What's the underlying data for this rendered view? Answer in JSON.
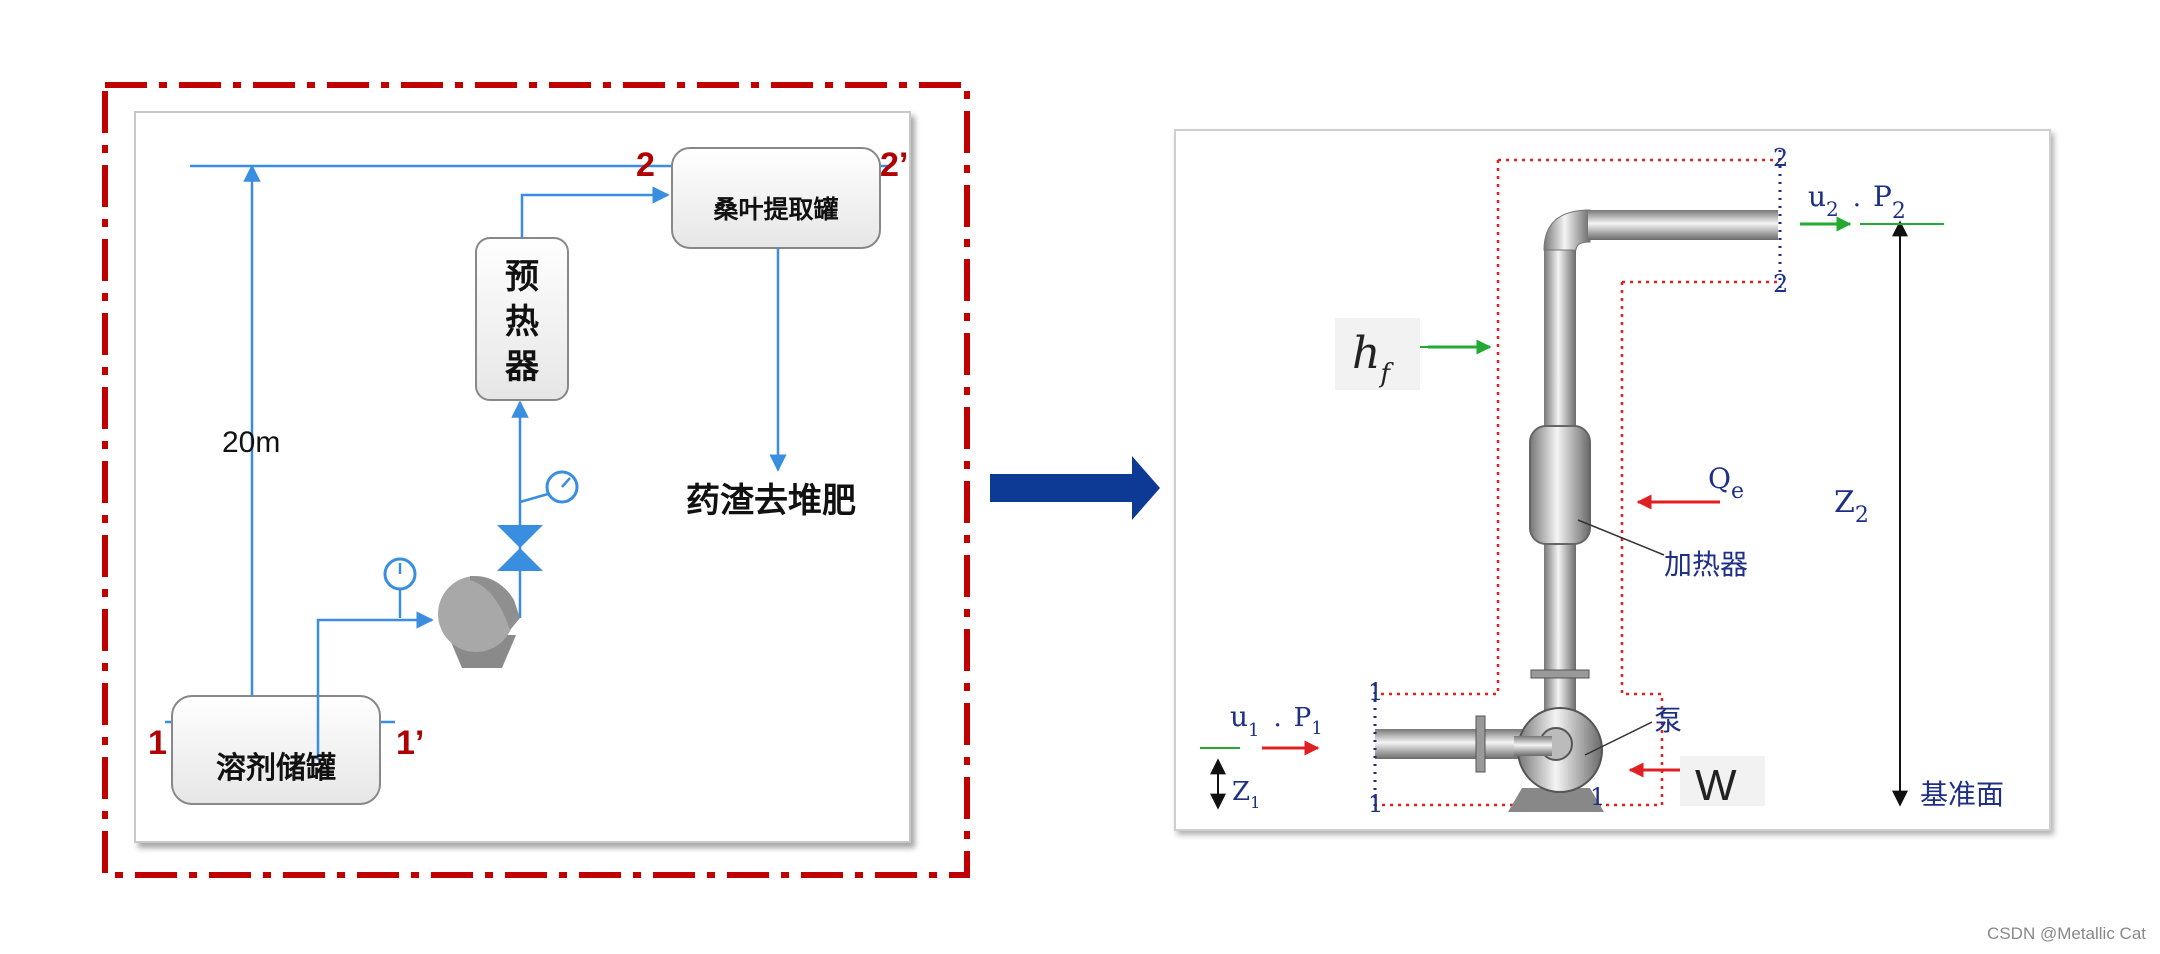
{
  "left_panel": {
    "tanks": {
      "solvent_tank": "溶剂储罐",
      "preheater": [
        "预",
        "热",
        "器"
      ],
      "extraction_tank": "桑叶提取罐"
    },
    "labels": {
      "height": "20m",
      "residue_dest": "药渣去堆肥"
    },
    "sections": {
      "s1": "1",
      "s1p": "1’",
      "s2": "2",
      "s2p": "2’"
    }
  },
  "right_panel": {
    "labels": {
      "hf_main": "h",
      "hf_sub": "f",
      "u1_main": "u",
      "u1_sub": "1",
      "p1_sep": ".",
      "p1_main": "P",
      "p1_sub": "1",
      "u2_main": "u",
      "u2_sub": "2",
      "p2_sep": ".",
      "p2_main": "P",
      "p2_sub": "2",
      "qe_main": "Q",
      "qe_sub": "e",
      "z2_main": "Z",
      "z2_sub": "2",
      "z1_main": "Z",
      "z1_sub": "1",
      "heater": "加热器",
      "pump": "泵",
      "work": "W",
      "datum": "基准面"
    },
    "sections": {
      "top_a": "2",
      "top_b": "2",
      "bot_a": "1",
      "bot_b": "1",
      "bot_c": "1"
    }
  },
  "watermark": "CSDN @Metallic Cat",
  "colors": {
    "frame_red": "#c00000",
    "flow_blue": "#3a8ee0",
    "arrow_navy": "#0c3a94",
    "label_navy": "#1e2f86",
    "section_red": "#e02020",
    "green": "#22aa33"
  }
}
